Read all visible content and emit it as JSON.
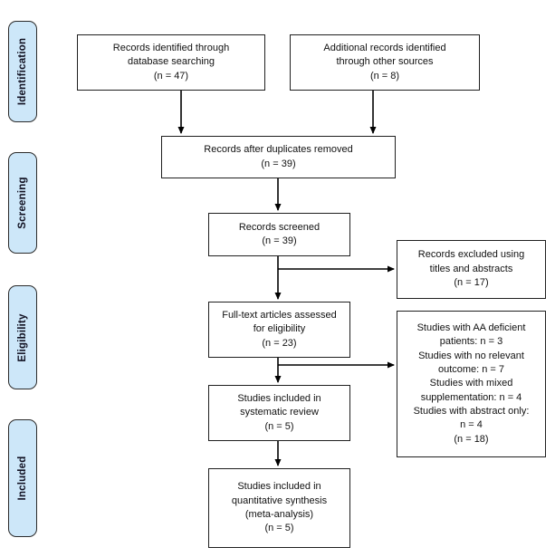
{
  "sidebar": {
    "stages": [
      {
        "label": "Identification"
      },
      {
        "label": "Screening"
      },
      {
        "label": "Eligibility"
      },
      {
        "label": "Included"
      }
    ]
  },
  "boxes": {
    "database": {
      "lines": [
        "Records identified through",
        "database searching",
        "(n = 47)"
      ]
    },
    "other_sources": {
      "lines": [
        "Additional records identified",
        "through other sources",
        "(n = 8)"
      ]
    },
    "duplicates_removed": {
      "lines": [
        "Records after duplicates removed",
        "(n = 39)"
      ]
    },
    "screened": {
      "lines": [
        "Records screened",
        "(n = 39)"
      ]
    },
    "excluded_titles": {
      "lines": [
        "Records excluded using",
        "titles and abstracts",
        "(n = 17)"
      ]
    },
    "fulltext_assessed": {
      "lines": [
        "Full-text articles assessed",
        "for eligibility",
        "(n = 23)"
      ]
    },
    "excluded_fulltext": {
      "lines": [
        "Studies with AA deficient",
        "patients: n = 3",
        "Studies with no relevant",
        "outcome: n = 7",
        "Studies with mixed",
        "supplementation: n = 4",
        "Studies with abstract only:",
        "n = 4",
        "(n = 18)"
      ]
    },
    "systematic_review": {
      "lines": [
        "Studies included in",
        "systematic review",
        "(n = 5)"
      ]
    },
    "quantitative_synthesis": {
      "lines": [
        "Studies included in",
        "quantitative synthesis",
        "(meta-analysis)",
        "(n = 5)"
      ]
    }
  },
  "colors": {
    "stage_fill": "#cde7f9",
    "stage_border": "#2b2b2b",
    "box_border": "#1f1f1f",
    "arrow": "#000000",
    "background": "#ffffff"
  }
}
